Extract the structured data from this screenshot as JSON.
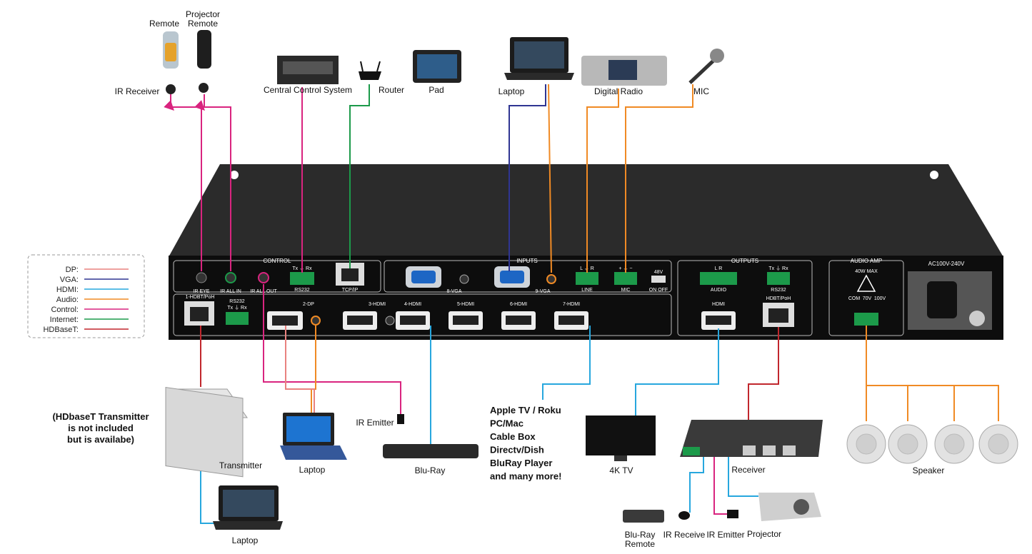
{
  "colors": {
    "dp": "#e9827f",
    "vga": "#2f3592",
    "hdmi": "#27a7de",
    "audio": "#f08a24",
    "control": "#d9247f",
    "internet": "#1c9a4a",
    "hdbaset": "#c1272d",
    "chassis": "#2b2b2b",
    "panel": "#0d0d0d"
  },
  "legend": [
    {
      "label": "DP:",
      "key": "dp"
    },
    {
      "label": "VGA:",
      "key": "vga"
    },
    {
      "label": "HDMI:",
      "key": "hdmi"
    },
    {
      "label": "Audio:",
      "key": "audio"
    },
    {
      "label": "Control:",
      "key": "control"
    },
    {
      "label": "Internet:",
      "key": "internet"
    },
    {
      "label": "HDBaseT:",
      "key": "hdbaset"
    }
  ],
  "devices": {
    "remote": "Remote",
    "projector_remote_1": "Projector",
    "projector_remote_2": "Remote",
    "ir_receiver": "IR Receiver",
    "central_control": "Central Control System",
    "router": "Router",
    "pad": "Pad",
    "laptop_top": "Laptop",
    "digital_radio": "Digital Radio",
    "mic": "MIC",
    "transmitter": "Transmitter",
    "laptop_mid": "Laptop",
    "ir_emitter": "IR Emitter",
    "bluray": "Blu-Ray",
    "tv": "4K TV",
    "receiver": "Receiver",
    "speaker": "Speaker",
    "laptop_bottom": "Laptop",
    "bluray_remote_1": "Blu-Ray",
    "bluray_remote_2": "Remote",
    "ir_receiver_bottom": "IR Receive",
    "ir_emitter_bottom": "IR Emitter",
    "projector": "Projector"
  },
  "note": {
    "line1": "(HDbaseT Transmitter",
    "line2": "is not included",
    "line3": "but is availabe)"
  },
  "sources": [
    "Apple TV / Roku",
    "PC/Mac",
    "Cable Box",
    "Directv/Dish",
    "BluRay Player",
    "and many more!"
  ],
  "panel": {
    "control": "CONTROL",
    "inputs": "INPUTS",
    "outputs": "OUTPUTS",
    "audio_amp": "AUDIO AMP",
    "power": "AC100V-240V",
    "ir_eye": "IR EYE",
    "ir_all_in": "IR ALL IN",
    "ir_all_out": "IR ALL OUT",
    "rs232": "RS232",
    "txrx": "Tx ⏚ Rx",
    "tcpip": "TCP/IP",
    "hdbt_poh": "1-HDBT/PoH",
    "rs232_b": "RS232",
    "txrx_b": "Tx ⏚ Rx",
    "dp": "2-DP",
    "hdmi3": "3-HDMI",
    "hdmi4": "4-HDMI",
    "hdmi5": "5-HDMI",
    "hdmi6": "6-HDMI",
    "hdmi7": "7-HDMI",
    "vga8": "8-VGA",
    "vga9": "9-VGA",
    "lr": "L ⏚ R",
    "line": "LINE",
    "mic_pm": "+ ⏚ −",
    "mic": "MIC",
    "v48": "48V",
    "onoff": "ON OFF",
    "out_audio_lr": "L      R",
    "out_audio": "AUDIO",
    "out_rs232": "RS232",
    "out_txrx": "Tx ⏚ Rx",
    "out_hdmi": "HDMI",
    "out_hdbt": "HDBT/PoH",
    "max": "40W MAX",
    "com": "COM",
    "v70": "70V",
    "v100": "100V"
  }
}
